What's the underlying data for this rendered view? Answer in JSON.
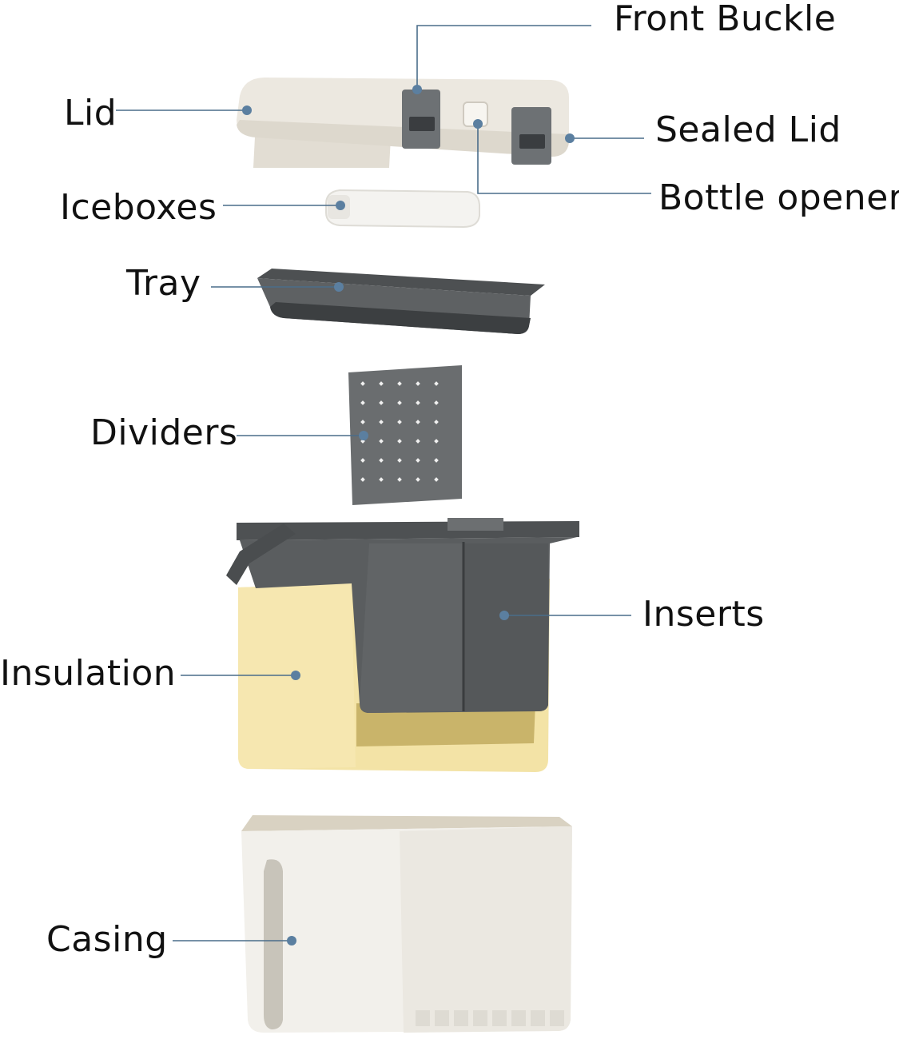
{
  "labels": {
    "front_buckle": "Front Buckle",
    "lid": "Lid",
    "sealed_lid": "Sealed Lid",
    "iceboxes": "Iceboxes",
    "bottle_opener": "Bottle opener",
    "tray": "Tray",
    "dividers": "Dividers",
    "inserts": "Inserts",
    "insulation": "Insulation",
    "casing": "Casing"
  },
  "colors": {
    "leader": "#4a6d8a",
    "leader_dot": "#5b7fa0",
    "text": "#111111",
    "lid": "#ebe7df",
    "buckle": "#6b6f72",
    "tray": "#5c5f61",
    "divider": "#6a6d6f",
    "insert": "#555859",
    "insulation": "#f3e3a6",
    "casing": "#f1efea"
  }
}
